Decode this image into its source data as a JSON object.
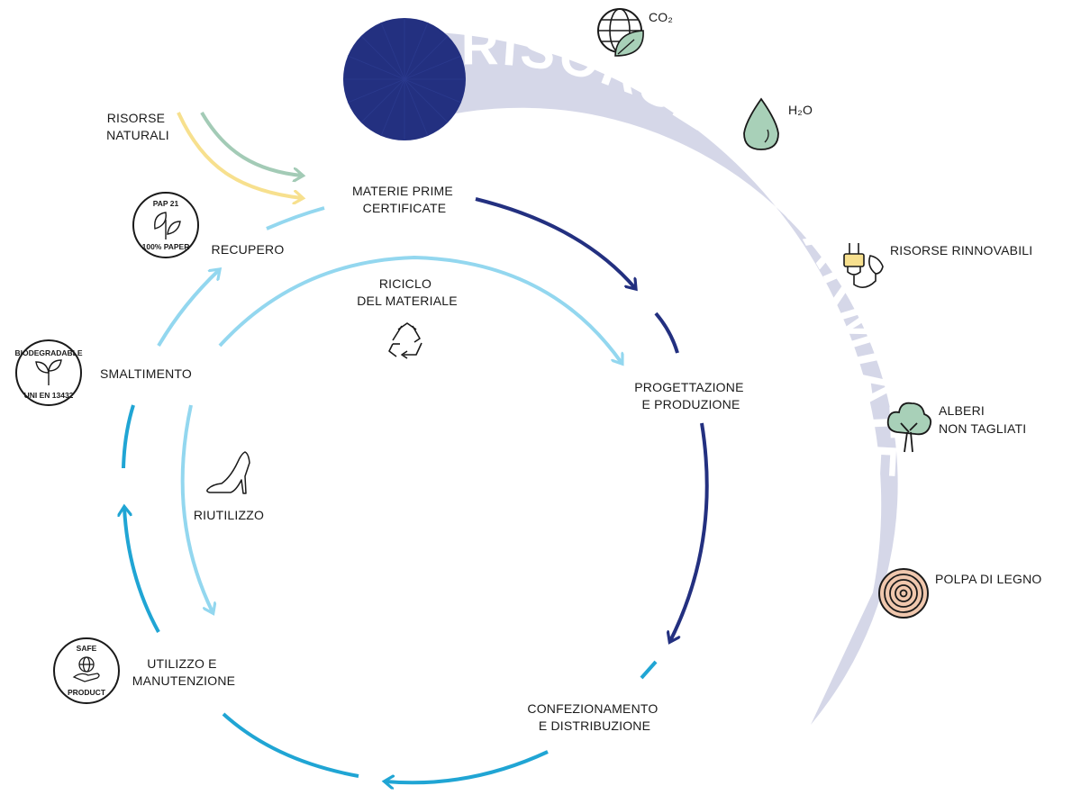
{
  "band_title": "RISORSE RISPARMIATE",
  "steps": {
    "risorse_naturali": [
      "RISORSE",
      "NATURALI"
    ],
    "materie_prime": [
      "MATERIE PRIME",
      "CERTIFICATE"
    ],
    "recupero": "RECUPERO",
    "riciclo": [
      "RICICLO",
      "DEL MATERIALE"
    ],
    "progettazione": [
      "PROGETTAZIONE",
      "E PRODUZIONE"
    ],
    "smaltimento": "SMALTIMENTO",
    "riutilizzo": "RIUTILIZZO",
    "utilizzo": [
      "UTILIZZO E",
      "MANUTENZIONE"
    ],
    "confezionamento": [
      "CONFEZIONAMENTO",
      "E DISTRIBUZIONE"
    ]
  },
  "resources": {
    "co2": "CO₂",
    "h2o": "H₂O",
    "rinnovabili": "RISORSE RINNOVABILI",
    "alberi": [
      "ALBERI",
      "NON TAGLIATI"
    ],
    "polpa": "POLPA DI LEGNO"
  },
  "badges": {
    "pap": [
      "PAP 21",
      "100% PAPER"
    ],
    "bio": [
      "BIODEGRADABLE",
      "UNI EN 13432"
    ],
    "safe": [
      "SAFE",
      "PRODUCT"
    ]
  },
  "icons": [
    "globe-leaf-icon",
    "water-drop-icon",
    "plug-leaf-icon",
    "tree-icon",
    "wood-rings-icon",
    "recycle-icon",
    "high-heel-shoe-icon",
    "leaf-pair-icon",
    "sprout-icon",
    "hand-globe-icon"
  ],
  "colors": {
    "navy": "#233080",
    "band": "#d5d7e8",
    "teal_blue": "#20a5d4",
    "light_blue": "#93d7ef",
    "green_arrow": "#a3cbb6",
    "yellow_arrow": "#f7e08e",
    "icon_green": "#a8d0b8"
  }
}
